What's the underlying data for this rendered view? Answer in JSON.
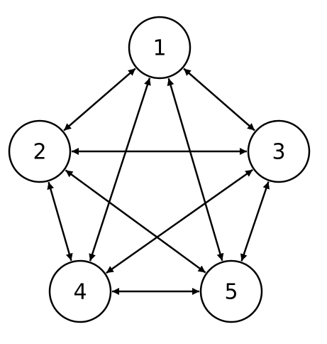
{
  "nodes": [
    {
      "id": "n1",
      "label": "1"
    },
    {
      "id": "n2",
      "label": "2"
    },
    {
      "id": "n3",
      "label": "3"
    },
    {
      "id": "n4",
      "label": "4"
    },
    {
      "id": "n5",
      "label": "5"
    }
  ],
  "edges": [
    {
      "from": "n1",
      "to": "n2",
      "direction": "both"
    },
    {
      "from": "n1",
      "to": "n3",
      "direction": "both"
    },
    {
      "from": "n1",
      "to": "n4",
      "direction": "both"
    },
    {
      "from": "n1",
      "to": "n5",
      "direction": "both"
    },
    {
      "from": "n2",
      "to": "n3",
      "direction": "both"
    },
    {
      "from": "n2",
      "to": "n4",
      "direction": "both"
    },
    {
      "from": "n2",
      "to": "n5",
      "direction": "both"
    },
    {
      "from": "n3",
      "to": "n4",
      "direction": "both"
    },
    {
      "from": "n3",
      "to": "n5",
      "direction": "both"
    },
    {
      "from": "n4",
      "to": "n5",
      "direction": "both"
    }
  ],
  "colors": {
    "stroke": "#000000",
    "fill": "#ffffff"
  }
}
